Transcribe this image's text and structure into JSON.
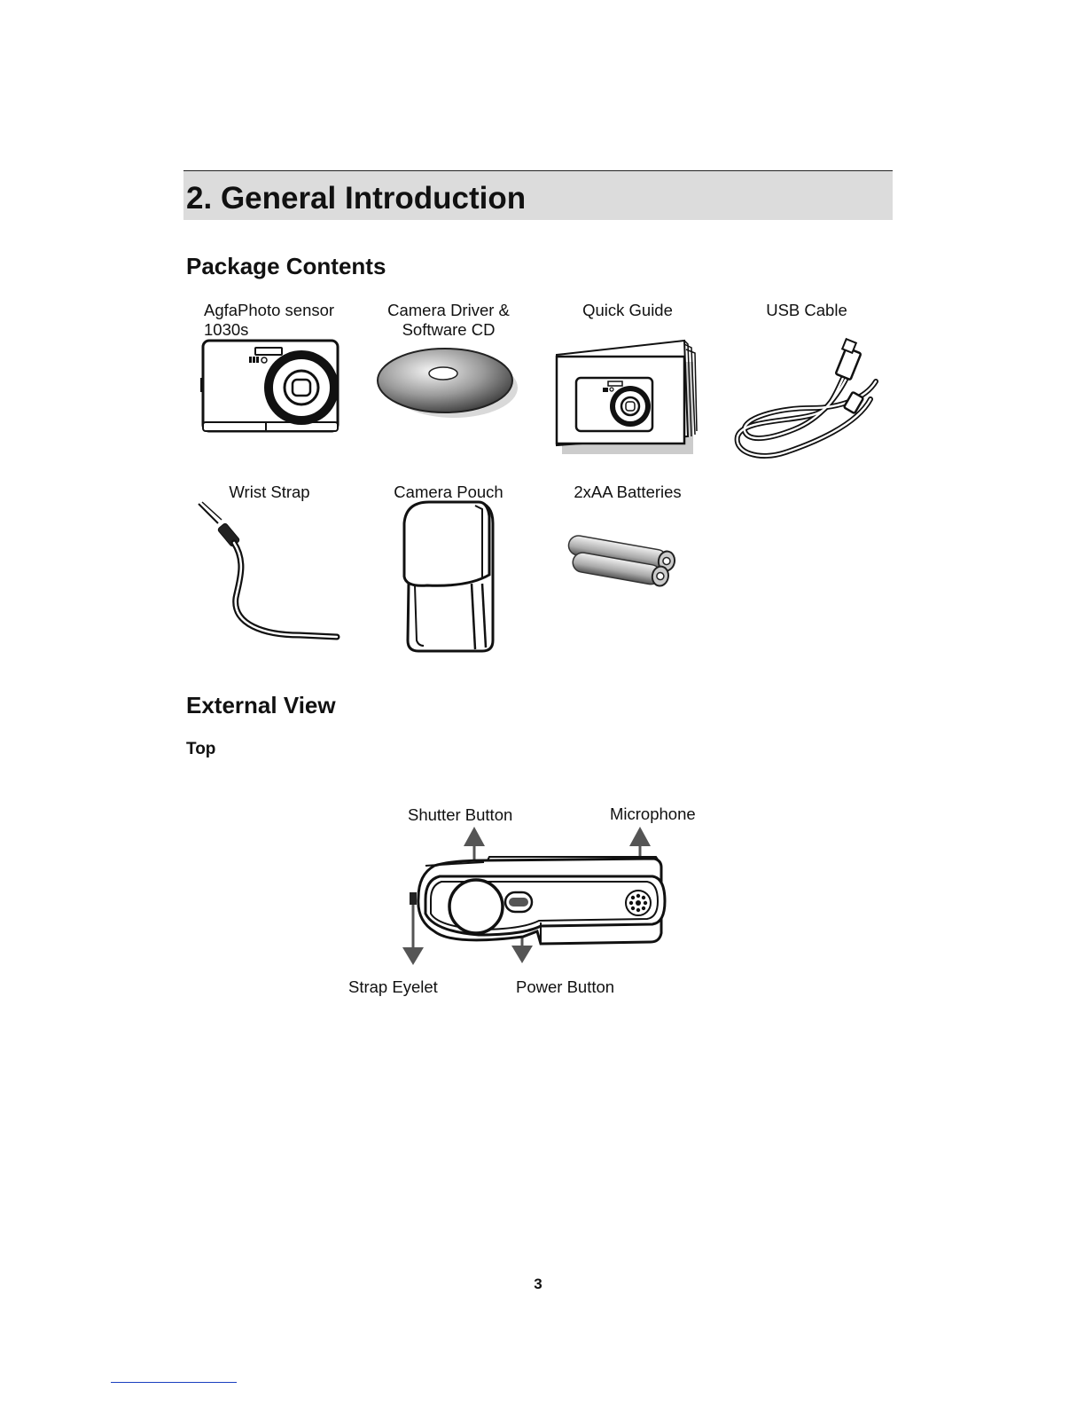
{
  "chapter": {
    "number": "2.",
    "title": "General Introduction"
  },
  "package": {
    "heading": "Package Contents",
    "items": [
      {
        "label_line1": "AgfaPhoto sensor",
        "label_line2": "1030s",
        "icon": "camera-front-icon"
      },
      {
        "label_line1": "Camera Driver &",
        "label_line2": "Software CD",
        "icon": "cd-disc-icon"
      },
      {
        "label_line1": "Quick Guide",
        "icon": "quick-guide-booklet-icon"
      },
      {
        "label_line1": "USB Cable",
        "icon": "usb-cable-icon"
      },
      {
        "label_line1": "Wrist Strap",
        "icon": "wrist-strap-icon"
      },
      {
        "label_line1": "Camera Pouch",
        "icon": "camera-pouch-icon"
      },
      {
        "label_line1": "2xAA Batteries",
        "icon": "aa-batteries-icon"
      }
    ]
  },
  "external": {
    "heading": "External View",
    "subheading": "Top",
    "callouts": {
      "shutter": "Shutter Button",
      "microphone": "Microphone",
      "strap_eyelet": "Strap Eyelet",
      "power": "Power Button"
    }
  },
  "page_number": "3"
}
